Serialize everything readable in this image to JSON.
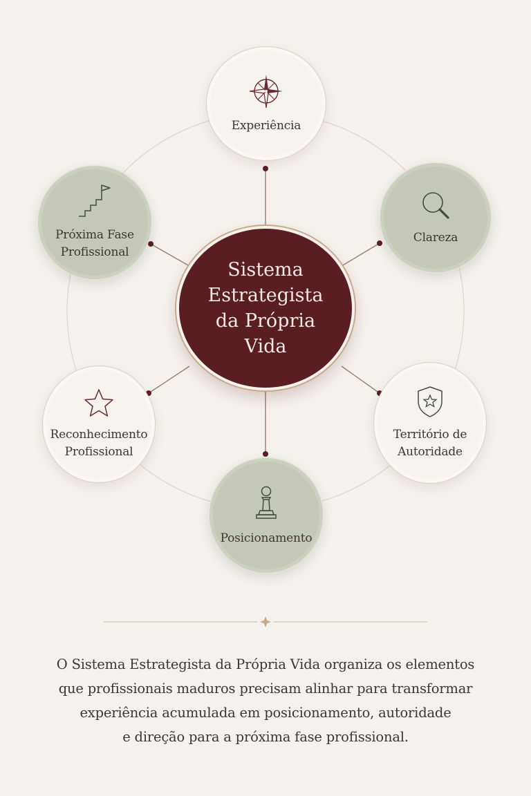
{
  "center": {
    "title": "Sistema Estrategista da Própria Vida"
  },
  "nodes": [
    {
      "id": "experiencia",
      "label": "Experiência",
      "icon": "compass-icon",
      "style": "light"
    },
    {
      "id": "clareza",
      "label": "Clareza",
      "icon": "magnifier-icon",
      "style": "sage"
    },
    {
      "id": "territorio",
      "label": "Território de Autoridade",
      "icon": "shield-star-icon",
      "style": "light"
    },
    {
      "id": "posicionamento",
      "label": "Posicionamento",
      "icon": "chess-pawn-icon",
      "style": "sage"
    },
    {
      "id": "reconhecimento",
      "label": "Reconhecimento Profissional",
      "icon": "star-icon",
      "style": "light"
    },
    {
      "id": "proxima-fase",
      "label": "Próxima Fase Profissional",
      "icon": "stairs-flag-icon",
      "style": "sage"
    }
  ],
  "description": {
    "lines": [
      "O Sistema Estrategista da Própria Vida organiza os elementos",
      "que profissionais maduros precisam alinhar para transformar",
      "experiência acumulada em posicionamento, autoridade",
      "e direção para a próxima fase profissional."
    ]
  },
  "colors": {
    "background": "#f5f1ed",
    "burgundy": "#5a1d22",
    "sage": "#c4c8b8",
    "gold": "#c8a98a",
    "text": "#3d3631"
  }
}
